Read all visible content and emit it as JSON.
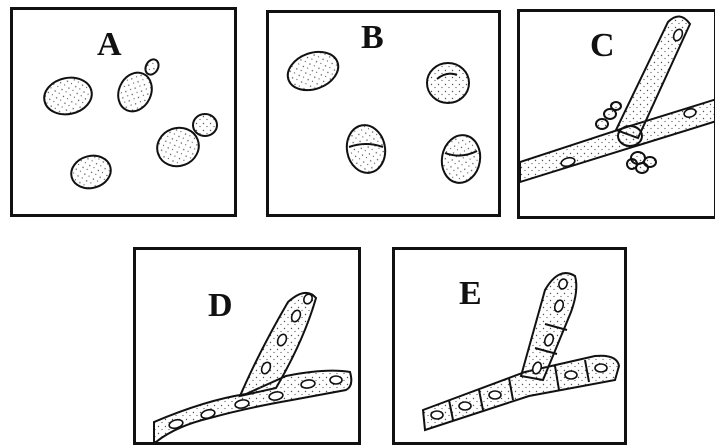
{
  "panels": [
    {
      "label": "A"
    },
    {
      "label": "B"
    },
    {
      "label": "C"
    },
    {
      "label": "D"
    },
    {
      "label": "E"
    }
  ],
  "colors": {
    "outline": "#111111",
    "cell_fill": "#ffffff",
    "stipple": "#555555"
  }
}
